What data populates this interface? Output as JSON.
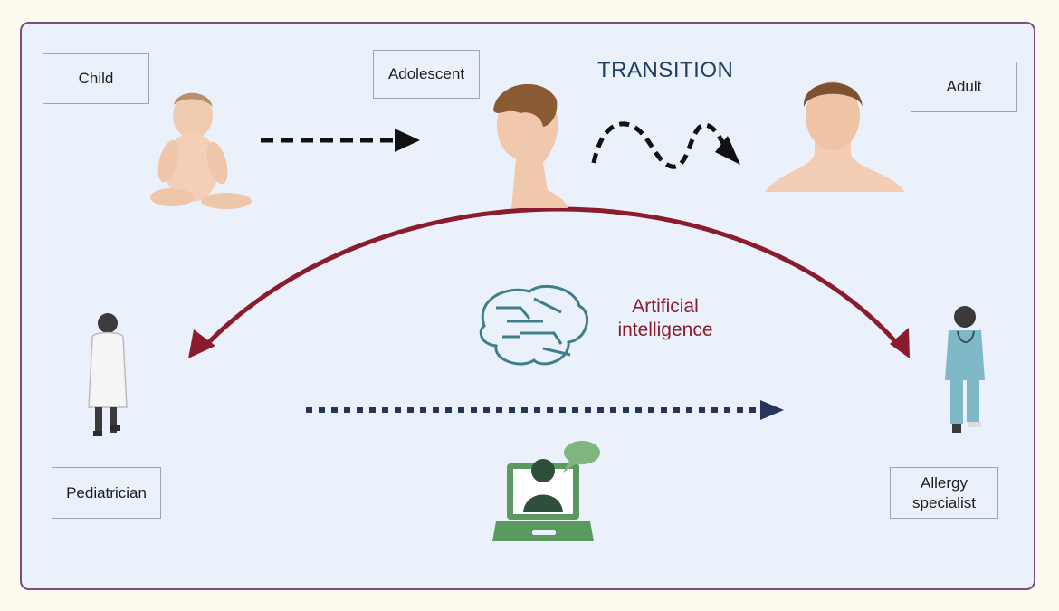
{
  "stages": {
    "child": "Child",
    "adolescent": "Adolescent",
    "adult": "Adult"
  },
  "transition_title": "TRANSITION",
  "ai_label": "Artificial intelligence",
  "roles": {
    "pediatrician": "Pediatrician",
    "allergy_specialist": "Allergy specialist"
  },
  "colors": {
    "frame_border": "#7a4f7a",
    "panel_bg": "#ebf1fb",
    "transition_text": "#1f3f63",
    "ai_text": "#8a1c2e",
    "arc": "#8a1c2e",
    "dotted_arrow": "#26365a",
    "telemedicine_green": "#5a9a5e",
    "brain_teal": "#3f7f8a"
  },
  "icons": [
    "baby-icon",
    "adolescent-head-icon",
    "adult-bust-icon",
    "pediatrician-icon",
    "allergy-specialist-icon",
    "ai-brain-icon",
    "telemedicine-laptop-icon"
  ]
}
